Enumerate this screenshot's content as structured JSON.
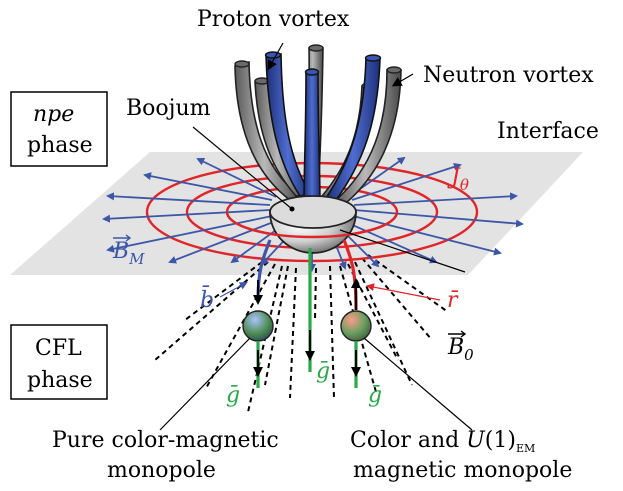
{
  "labels": {
    "proton_vortex": "Proton vortex",
    "neutron_vortex": "Neutron vortex",
    "npe_phase_line1": "npe",
    "npe_phase_line2": "phase",
    "boojum": "Boojum",
    "interface": "Interface",
    "j_theta_main": "J",
    "j_theta_sub": "θ",
    "b_m_main": "B",
    "b_m_sub": "M",
    "b_bar": "b̄",
    "r_bar": "r̄",
    "b_zero_main": "B",
    "b_zero_sub": "0",
    "g_bar": "ḡ",
    "cfl_phase_line1": "CFL",
    "cfl_phase_line2": "phase",
    "pure_monopole_line1": "Pure color-magnetic",
    "pure_monopole_line2": "monopole",
    "color_u1_line1_a": "Color and ",
    "color_u1_line1_b": "U",
    "color_u1_line1_c": "(1)",
    "color_u1_line1_sub": "EM",
    "color_u1_line2": "magnetic monopole"
  },
  "colors": {
    "proton_vortex": "#3550a8",
    "neutron_vortex": "#8a8a8a",
    "current_loops": "#e0252a",
    "field_arrows": "#3d57a8",
    "gluon_string": "#2aa84a",
    "interface_plane": "#e3e3e3",
    "b_bar_label": "#3d57a8",
    "r_bar_label": "#e0252a",
    "g_bar_label": "#2aa84a"
  }
}
